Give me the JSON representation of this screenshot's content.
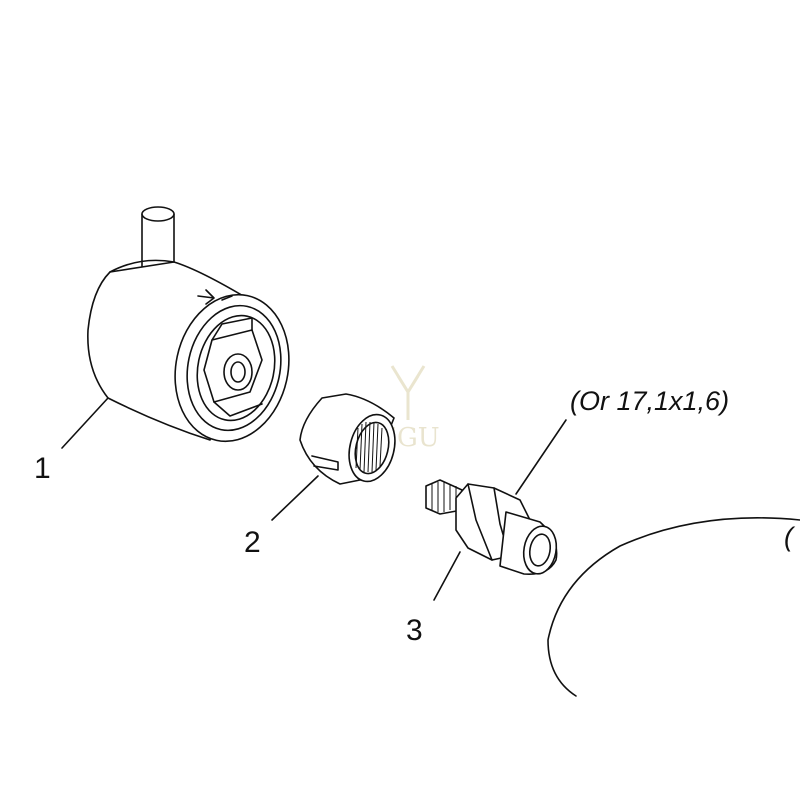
{
  "callouts": {
    "part1": "1",
    "part2": "2",
    "part3": "3"
  },
  "note": "(Or 17,1x1,6)",
  "cut_note_fragment": "(",
  "watermark": {
    "text": "EGU",
    "color": "#d8cfa8"
  },
  "colors": {
    "ink": "#111111",
    "background": "#ffffff"
  }
}
